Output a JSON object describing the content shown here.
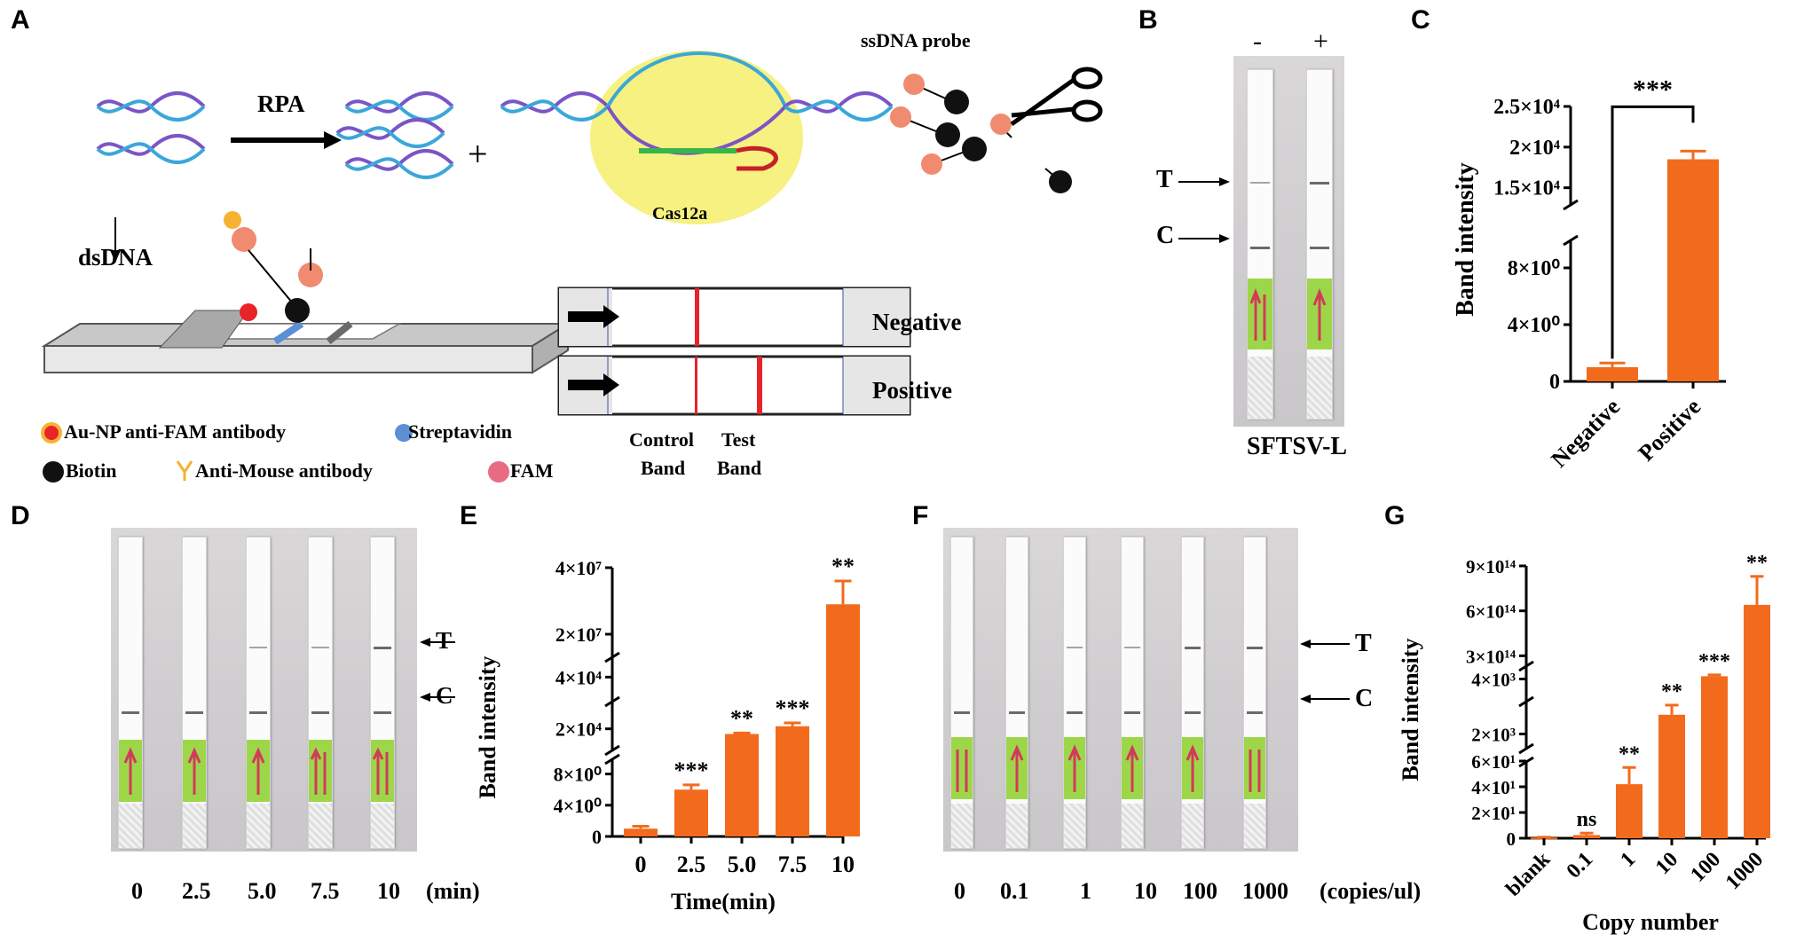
{
  "panels": {
    "A": "A",
    "B": "B",
    "C": "C",
    "D": "D",
    "E": "E",
    "F": "F",
    "G": "G"
  },
  "panel_a": {
    "rpa": "RPA",
    "plus": "+",
    "cas": "Cas12a",
    "probe": "ssDNA probe",
    "dsdna": "dsDNA",
    "negative": "Negative",
    "positive": "Positive",
    "control_band": "Control\nBand",
    "test_band": "Test\nBand",
    "control_1": "Control",
    "control_2": "Band",
    "test_1": "Test",
    "test_2": "Band",
    "legend": {
      "au": "Au-NP anti-FAM antibody",
      "strep": "Streptavidin",
      "biotin": "Biotin",
      "anti_mouse": "Anti-Mouse antibody",
      "fam": "FAM"
    },
    "colors": {
      "arrow": "#000000",
      "band": "#e8232a",
      "fam": "#f08b70",
      "biotin": "#111111",
      "strep": "#5b8fd6",
      "antibody": "#f5b233"
    }
  },
  "panel_b": {
    "minus": "-",
    "plus": "+",
    "t_label": "T",
    "c_label": "C",
    "caption": "SFTSV-L"
  },
  "panel_d": {
    "t_label": "T",
    "c_label": "C",
    "labels": [
      "0",
      "2.5",
      "5.0",
      "7.5",
      "10",
      "(min)"
    ]
  },
  "panel_f": {
    "t_label": "T",
    "c_label": "C",
    "labels": [
      "0",
      "0.1",
      "1",
      "10",
      "100",
      "1000",
      "(copies/ul)"
    ]
  },
  "chart_data": [
    {
      "panel": "C",
      "type": "bar",
      "categories": [
        "Negative",
        "Positive"
      ],
      "values": [
        1,
        18500
      ],
      "errors": [
        0.3,
        1000
      ],
      "significance": "***",
      "ylabel": "Band intensity",
      "xlabel": "",
      "ytick_labels": [
        "0",
        "4×10⁰",
        "8×10⁰",
        "1.5×10⁴",
        "2×10⁴",
        "2.5×10⁴"
      ],
      "segments": [
        {
          "range": [
            0,
            10
          ]
        },
        {
          "range": [
            13000,
            25000
          ]
        }
      ],
      "color": "#f26b1d"
    },
    {
      "panel": "E",
      "type": "bar",
      "categories": [
        "0",
        "2.5",
        "5.0",
        "7.5",
        "10"
      ],
      "values": [
        1,
        6,
        18000,
        21000,
        29000000
      ],
      "errors": [
        0.3,
        0.6,
        400,
        1300,
        7000000
      ],
      "significance": [
        "",
        "***",
        "**",
        "***",
        "**"
      ],
      "ylabel": "Band intensity",
      "xlabel": "Time(min)",
      "ytick_labels": [
        "0",
        "4×10⁰",
        "8×10⁰",
        "2×10⁴",
        "4×10⁴",
        "2×10⁷",
        "4×10⁷"
      ],
      "color": "#f26b1d"
    },
    {
      "panel": "G",
      "type": "bar",
      "categories": [
        "blank",
        "0.1",
        "1",
        "10",
        "100",
        "1000"
      ],
      "values": [
        0.5,
        2.5,
        42,
        2700,
        4100,
        640000000000000
      ],
      "errors": [
        0.3,
        1.5,
        13,
        350,
        50,
        190000000000000
      ],
      "significance": [
        "",
        "ns",
        "**",
        "**",
        "***",
        "**"
      ],
      "ylabel": "Band intensity",
      "xlabel": "Copy number",
      "ytick_labels": [
        "0",
        "2×10¹",
        "4×10¹",
        "6×10¹",
        "2×10³",
        "4×10³",
        "3×10¹⁴",
        "6×10¹⁴",
        "9×10¹⁴"
      ],
      "color": "#f26b1d"
    }
  ]
}
